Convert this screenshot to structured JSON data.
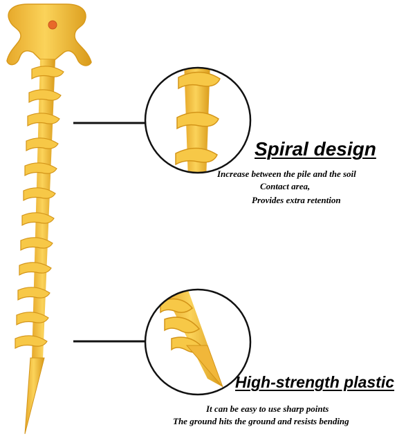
{
  "features": [
    {
      "title": "Spiral design",
      "lines": [
        "Increase between the pile and the soil",
        "Contact area,",
        "Provides extra retention"
      ]
    },
    {
      "title": "High-strength plastic",
      "lines": [
        "It can be easy to use sharp points",
        "The ground hits the ground and resists bending"
      ]
    }
  ],
  "colors": {
    "stake": "#f5c03d",
    "stake_shadow": "#d99a1a",
    "hole": "#e8692a"
  }
}
